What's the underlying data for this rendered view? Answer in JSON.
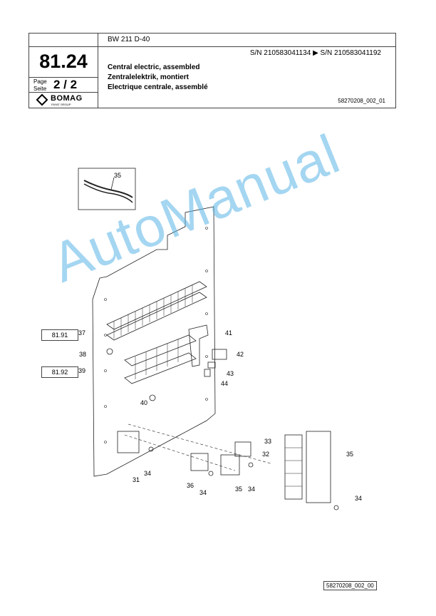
{
  "header": {
    "page_number": "81.24",
    "page_label_en": "Page",
    "page_label_de": "Seite",
    "page_of": "2 / 2",
    "brand": "BOMAG",
    "brand_sub": "FAYAT GROUP",
    "model": "BW 211 D-40",
    "serial_range": "S/N 210583041134  ▶  S/N 210583041192",
    "title_en": "Central electric, assembled",
    "title_de": "Zentralelektrik, montiert",
    "title_fr": "Electrique centrale, assemblé",
    "doc_ref": "58270208_002_01"
  },
  "drawing": {
    "watermark": "AutoManual",
    "refs": {
      "ref_a": "81.91",
      "ref_b": "81.92"
    },
    "callouts": [
      "35",
      "37",
      "38",
      "39",
      "40",
      "41",
      "42",
      "43",
      "44",
      "33",
      "32",
      "35",
      "31",
      "34",
      "36",
      "34",
      "35",
      "34",
      "34"
    ],
    "bottom_ref": "58270208_002_00"
  }
}
